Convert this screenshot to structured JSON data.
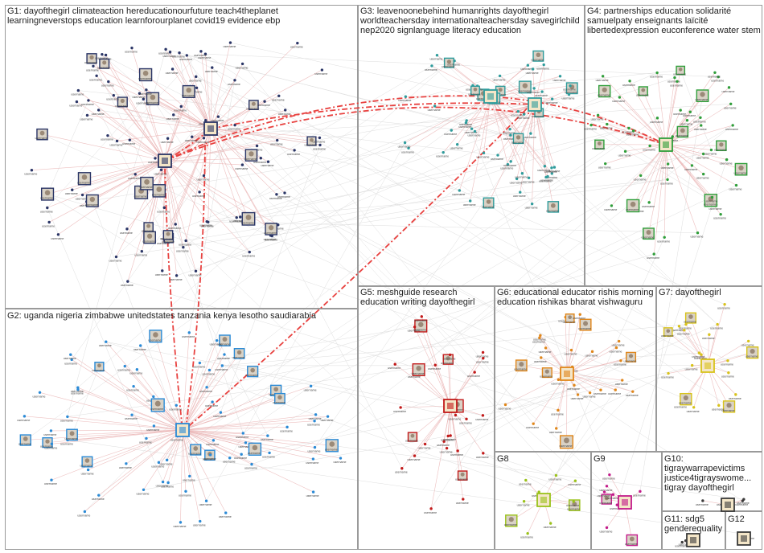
{
  "groups": [
    {
      "id": "G1",
      "title": "G1: dayofthegirl climateaction hereducationourfuture teach4theplanet learningneverstops education learnforourplanet covid19 evidence ebp",
      "color": "#2a3566"
    },
    {
      "id": "G2",
      "title": "G2: uganda nigeria zimbabwe unitedstates tanzania kenya lesotho saudiarabia",
      "color": "#2a8ad6"
    },
    {
      "id": "G3",
      "title": "G3: leavenoonebehind humanrights dayofthegirl worldteachersday internationalteachersday savegirlchild nep2020 signlanguage literacy education",
      "color": "#2f9c9c"
    },
    {
      "id": "G4",
      "title": "G4: partnerships education solidarité samuelpaty enseignants laïcité libertedexpression euconference water stem",
      "color": "#2f9e3a"
    },
    {
      "id": "G5",
      "title": "G5: meshguide research education writing dayofthegirl",
      "color": "#c21a1a"
    },
    {
      "id": "G6",
      "title": "G6: educational educator rishis morning education rishikas bharat vishwaguru",
      "color": "#e0861a"
    },
    {
      "id": "G7",
      "title": "G7: dayofthegirl",
      "color": "#d8c21a"
    },
    {
      "id": "G8",
      "title": "G8",
      "color": "#9ac21a"
    },
    {
      "id": "G9",
      "title": "G9",
      "color": "#c21a8a"
    },
    {
      "id": "G10",
      "title": "G10:\ntigraywarrapevictims\njustice4tigrayswome...\ntigray dayofthegirl",
      "color": "#3a3a3a"
    },
    {
      "id": "G11",
      "title": "G11: sdg5\ngenderequality",
      "color": "#3a3a3a"
    },
    {
      "id": "G12",
      "title": "G12",
      "color": "#3a3a3a"
    }
  ],
  "node_label": "username"
}
